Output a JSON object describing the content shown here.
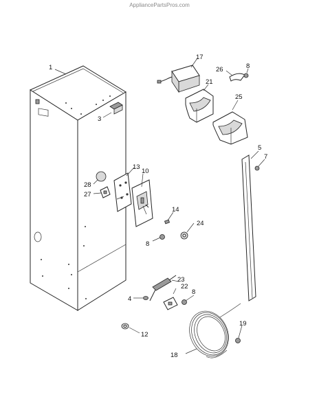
{
  "site_credit": "AppliancePartsPros.com",
  "callouts": {
    "c1": "1",
    "c3": "3",
    "c4": "4",
    "c5": "5",
    "c7": "7",
    "c8a": "8",
    "c8b": "8",
    "c8c": "8",
    "c10": "10",
    "c12": "12",
    "c13": "13",
    "c14": "14",
    "c17": "17",
    "c18": "18",
    "c19": "19",
    "c21": "21",
    "c22": "22",
    "c23": "23",
    "c24": "24",
    "c25": "25",
    "c26": "26",
    "c27": "27",
    "c28": "28"
  }
}
